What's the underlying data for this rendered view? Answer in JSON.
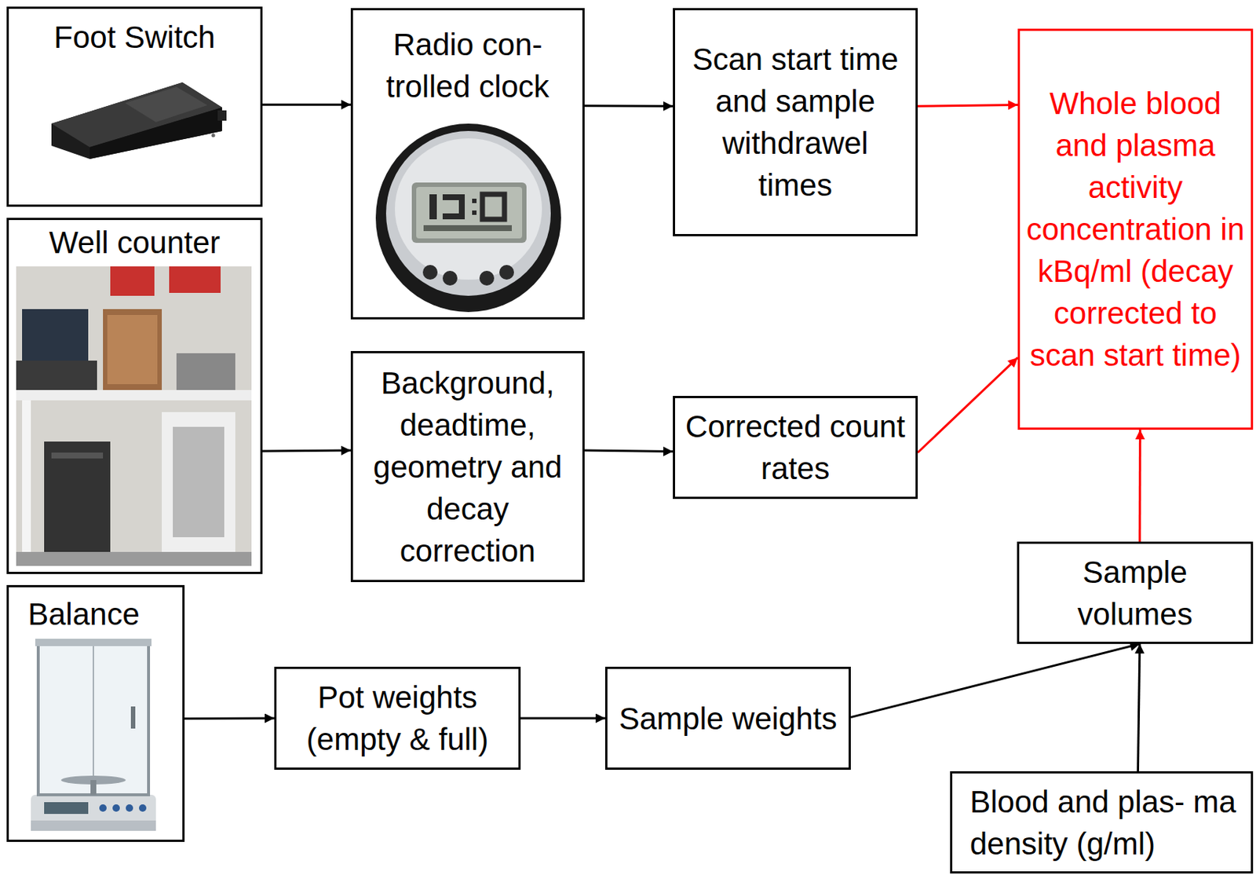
{
  "diagram": {
    "nodes": [
      {
        "text": [
          "Foot Switch"
        ]
      },
      {
        "text": [
          "Radio con- trolled clock"
        ]
      },
      {
        "text": [
          "Scan start time and sample withdrawel times"
        ]
      },
      {
        "text": [
          "Whole blood and plasma activity concentration in kBq/ml (decay corrected to scan start time)"
        ]
      },
      {
        "text": [
          "Well counter"
        ]
      },
      {
        "text": [
          "Background, deadtime, geometry and decay correction"
        ]
      },
      {
        "text": [
          "Corrected count rates"
        ]
      },
      {
        "text": [
          "Balance"
        ]
      },
      {
        "text": [
          "Pot weights (empty & full)"
        ]
      },
      {
        "text": [
          "Sample weights"
        ]
      },
      {
        "text": [
          "Sample volumes"
        ]
      },
      {
        "text": [
          "Blood and plas- ma density (g/ml)"
        ]
      }
    ],
    "edges": [
      {
        "from": 0,
        "to": 1,
        "arrow": "to"
      },
      {
        "from": 1,
        "to": 2,
        "arrow": "to"
      },
      {
        "from": 2,
        "to": 3,
        "arrow": "to"
      },
      {
        "from": 4,
        "to": 5,
        "arrow": "to"
      },
      {
        "from": 5,
        "to": 6,
        "arrow": "to"
      },
      {
        "from": 6,
        "to": 3,
        "arrow": "to"
      },
      {
        "from": 7,
        "to": 8,
        "arrow": "to"
      },
      {
        "from": 8,
        "to": 9,
        "arrow": "to"
      },
      {
        "from": 9,
        "to": 10,
        "arrow": "to"
      },
      {
        "from": 11,
        "to": 10,
        "arrow": "to"
      },
      {
        "from": 10,
        "to": 3,
        "arrow": "to"
      }
    ]
  }
}
